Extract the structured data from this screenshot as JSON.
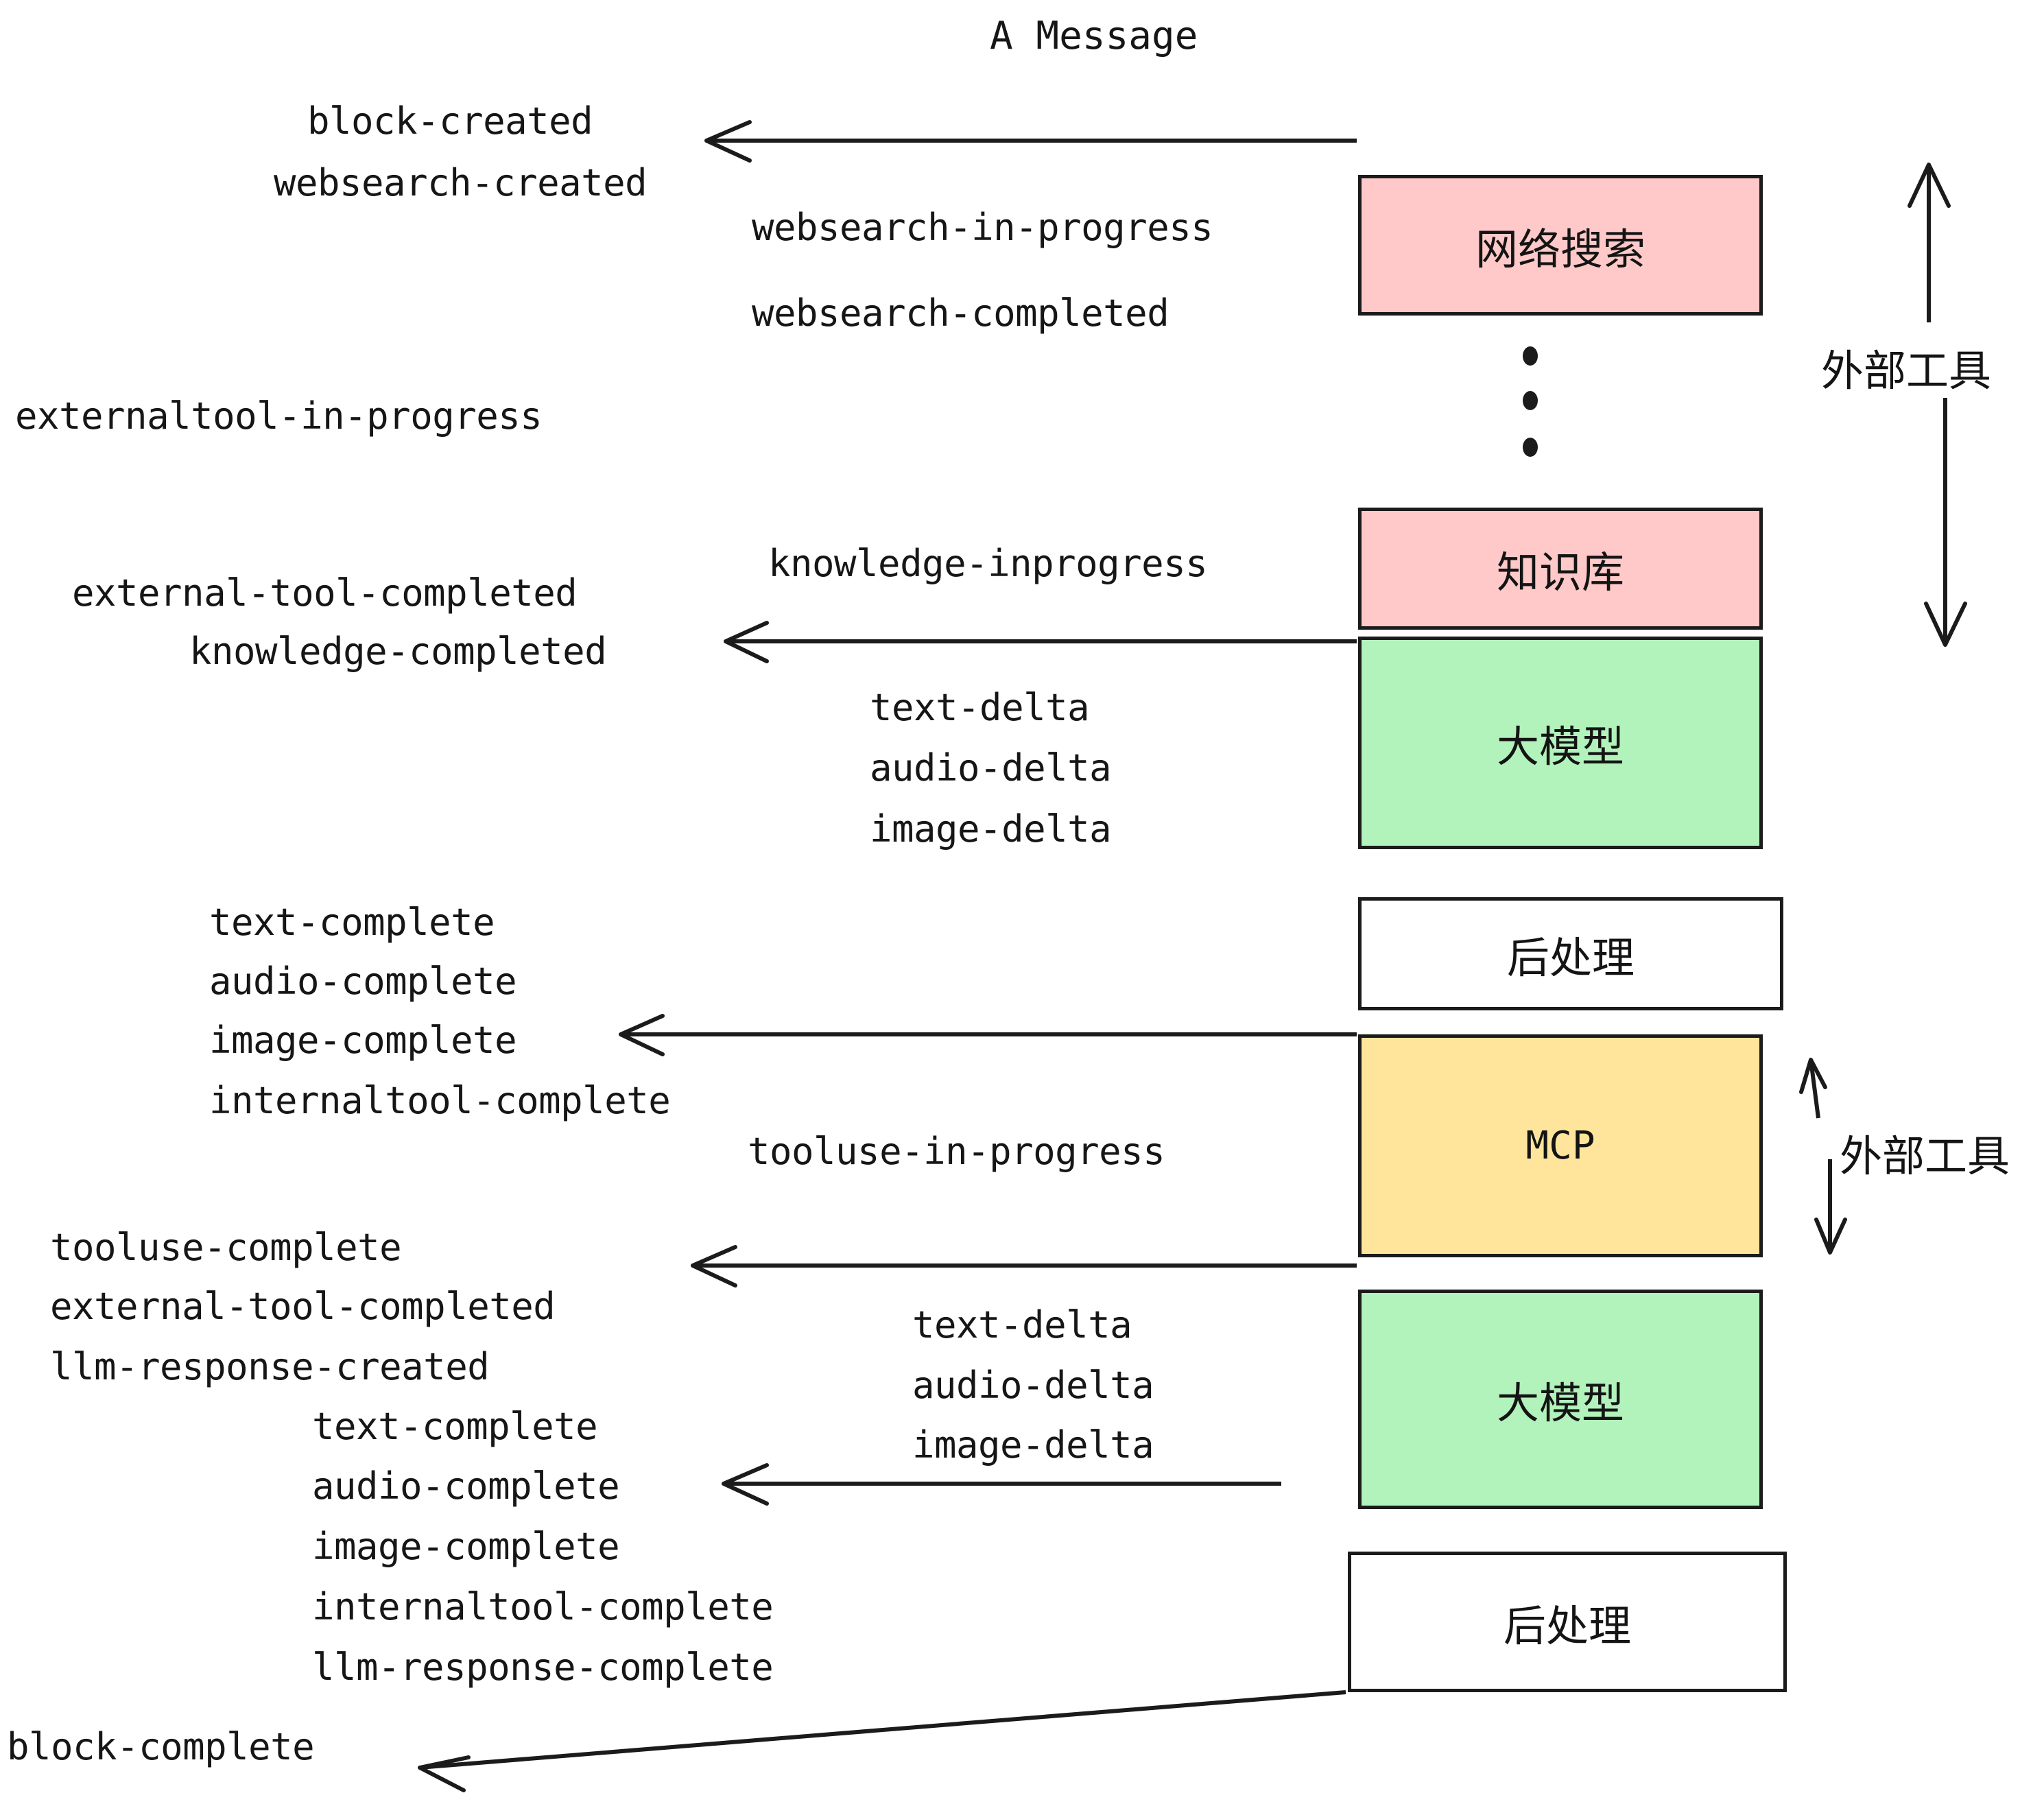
{
  "title": "A Message",
  "events": {
    "block_created": "block-created",
    "websearch_created": "websearch-created",
    "websearch_in_progress": "websearch-in-progress",
    "websearch_completed": "websearch-completed",
    "externaltool_in_progress": "externaltool-in-progress",
    "knowledge_inprogress": "knowledge-inprogress",
    "external_tool_completed_1": "external-tool-completed",
    "knowledge_completed": "knowledge-completed",
    "text_delta_1": "text-delta",
    "audio_delta_1": "audio-delta",
    "image_delta_1": "image-delta",
    "text_complete_1": "text-complete",
    "audio_complete_1": "audio-complete",
    "image_complete_1": "image-complete",
    "internaltool_complete_1": "internaltool-complete",
    "tooluse_in_progress": "tooluse-in-progress",
    "tooluse_complete": "tooluse-complete",
    "external_tool_completed_2": "external-tool-completed",
    "llm_response_created": "llm-response-created",
    "text_delta_2": "text-delta",
    "audio_delta_2": "audio-delta",
    "image_delta_2": "image-delta",
    "text_complete_2": "text-complete",
    "audio_complete_2": "audio-complete",
    "image_complete_2": "image-complete",
    "internaltool_complete_2": "internaltool-complete",
    "llm_response_complete": "llm-response-complete",
    "block_complete": "block-complete"
  },
  "nodes": {
    "websearch": {
      "label": "网络搜索",
      "color": "#FFC9C9"
    },
    "knowledge": {
      "label": "知识库",
      "color": "#FFC9C9"
    },
    "llm_1": {
      "label": "大模型",
      "color": "#B2F2BB"
    },
    "postprocess_1": {
      "label": "后处理",
      "color": "#FFFFFF"
    },
    "mcp": {
      "label": "MCP",
      "color": "#FFE59B"
    },
    "llm_2": {
      "label": "大模型",
      "color": "#B2F2BB"
    },
    "postprocess_2": {
      "label": "后处理",
      "color": "#FFFFFF"
    }
  },
  "annotations": {
    "external_tools_top": "外部工具",
    "external_tools_bottom": "外部工具"
  },
  "colors": {
    "pink": "#FFC9C9",
    "green": "#B2F2BB",
    "yellow": "#FFE59B",
    "white": "#FFFFFF",
    "stroke": "#1b1b1b",
    "text": "#141414",
    "background": "#ffffff"
  }
}
